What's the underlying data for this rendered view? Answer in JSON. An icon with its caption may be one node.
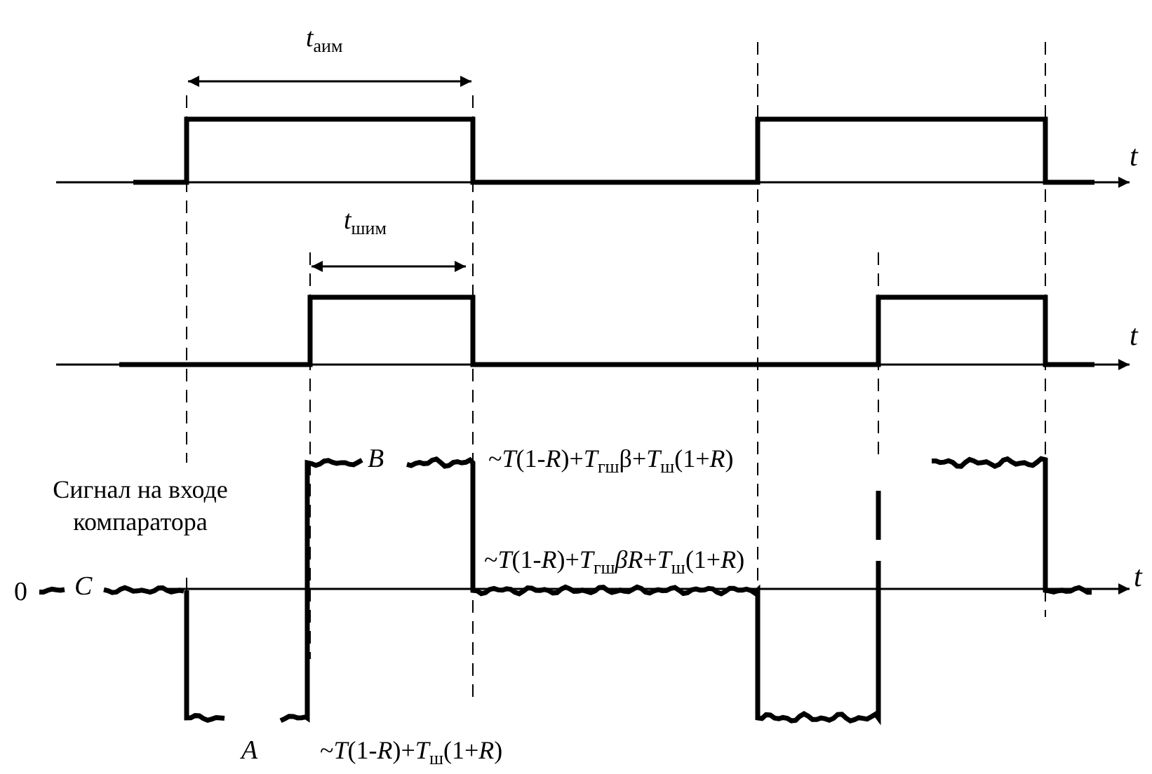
{
  "diagram": {
    "labels": [
      "*t*$_{аим}$",
      "t",
      "*t*$_{шим}$",
      "t",
      "B",
      "~*T*(1-*R*)+*T*$_{гш}$β+*T*$_{ш}$(1+*R*)",
      "Сигнал на входе компаратора",
      "~*T*(1-*R*)+*T*$_{гш}$*βR*+*T*$_{ш}$(1+*R*)",
      "t",
      "0",
      "C",
      "A",
      "~*T*(1-*R*)+*T*$_{ш}$(1+*R*)"
    ]
  }
}
